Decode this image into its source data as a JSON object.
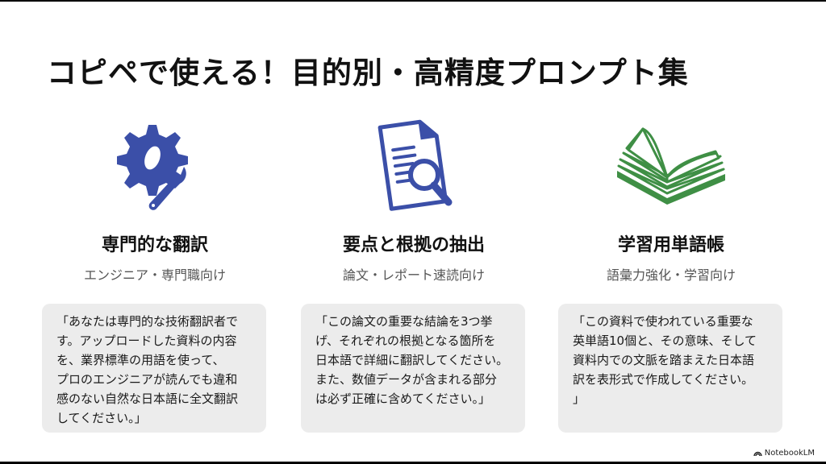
{
  "slide": {
    "title": "コピペで使える！目的別・高精度プロンプト集",
    "columns": [
      {
        "icon": "gear-wrench-icon",
        "icon_color": "#3b4fa8",
        "heading": "専門的な翻訳",
        "subtitle": "エンジニア・専門職向け",
        "prompt_lines": [
          "「あなたは専門的な技術翻訳者で",
          "す。アップロードした資料の内容",
          "を、業界標準の用語を使って、",
          "プロのエンジニアが読んでも違和",
          "感のない自然な日本語に全文翻訳",
          "してください。」"
        ]
      },
      {
        "icon": "document-magnifier-icon",
        "icon_color": "#3b4fa8",
        "heading": "要点と根拠の抽出",
        "subtitle": "論文・レポート速読向け",
        "prompt_lines": [
          "「この論文の重要な結論を3つ挙",
          "げ、それぞれの根拠となる箇所を",
          "日本語で詳細に翻訳してください。",
          "また、数値データが含まれる部分",
          "は必ず正確に含めてください。」"
        ]
      },
      {
        "icon": "open-book-icon",
        "icon_color": "#3f8f45",
        "heading": "学習用単語帳",
        "subtitle": "語彙力強化・学習向け",
        "prompt_lines": [
          "「この資料で使われている重要な",
          "英単語10個と、その意味、そして",
          "資料内での文脈を踏まえた日本語",
          "訳を表形式で作成してください。",
          "」"
        ]
      }
    ],
    "brand": "NotebookLM"
  }
}
